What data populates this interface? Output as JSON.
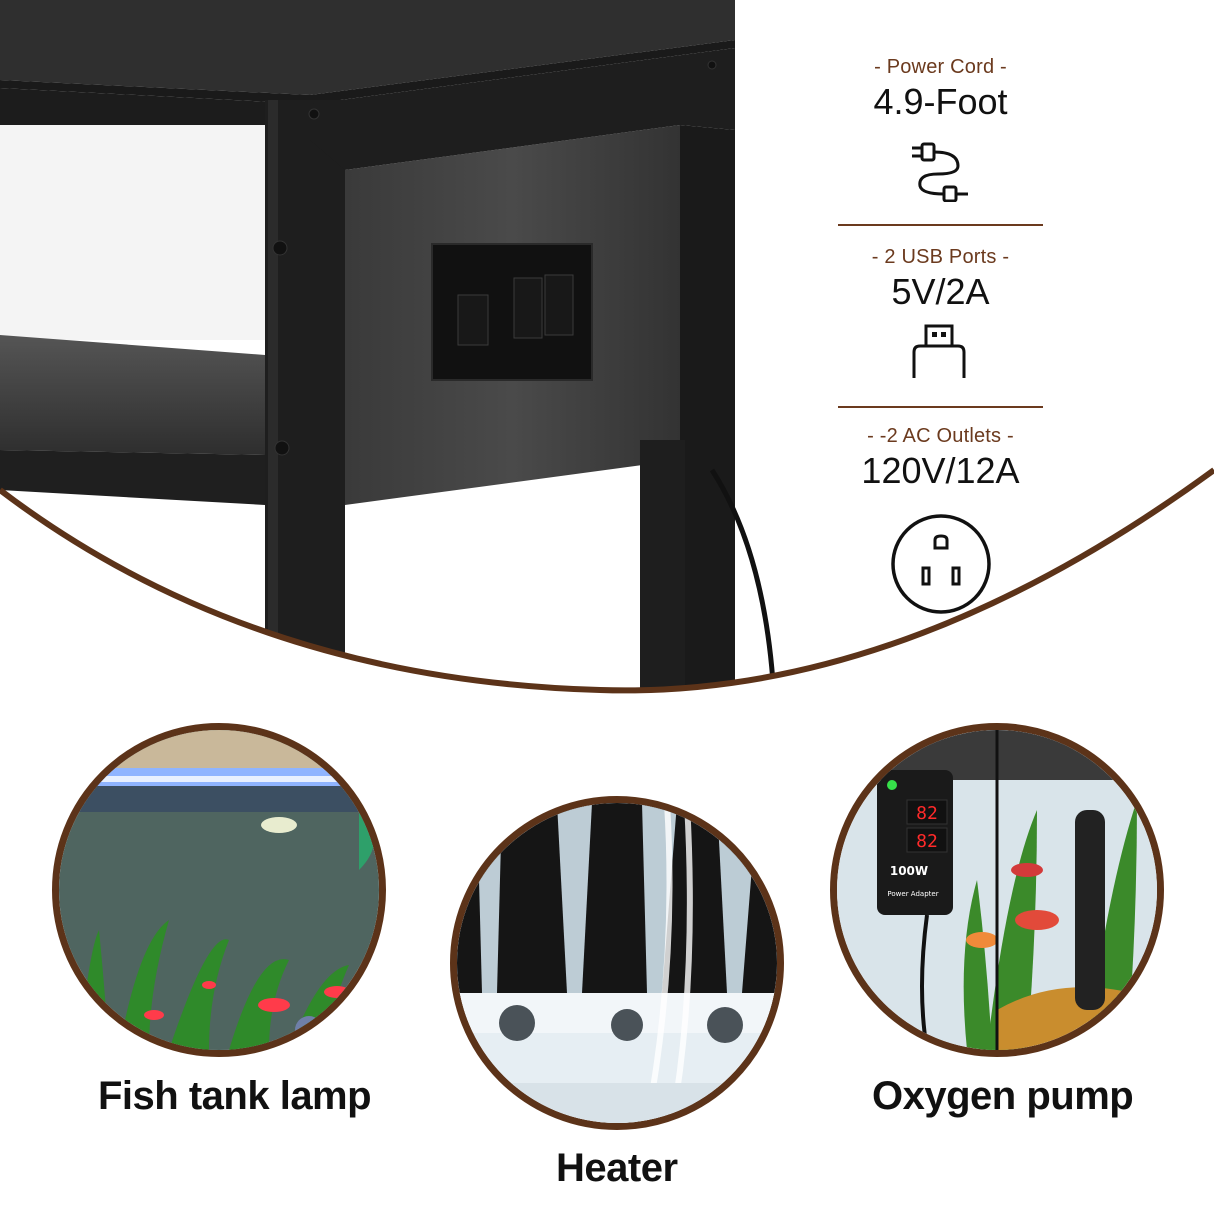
{
  "specs": [
    {
      "subtitle": "- Power Cord -",
      "value": "4.9-Foot",
      "icon": "power-cord-icon"
    },
    {
      "subtitle": "- 2 USB Ports -",
      "value": "5V/2A",
      "icon": "usb-icon"
    },
    {
      "subtitle": "- -2 AC Outlets -",
      "value": "120V/12A",
      "icon": "ac-outlet-icon"
    }
  ],
  "uses": [
    {
      "label": "Fish tank lamp"
    },
    {
      "label": "Heater"
    },
    {
      "label": "Oxygen pump"
    }
  ],
  "heater_display": {
    "top": "82",
    "bottom": "82",
    "wattage": "100W",
    "label": "Power Adapter"
  },
  "colors": {
    "accent_brown": "#5c3319",
    "subtitle_brown": "#6b3a1e",
    "furniture_black": "#1e1e1e",
    "water_teal": "#4f6560"
  }
}
